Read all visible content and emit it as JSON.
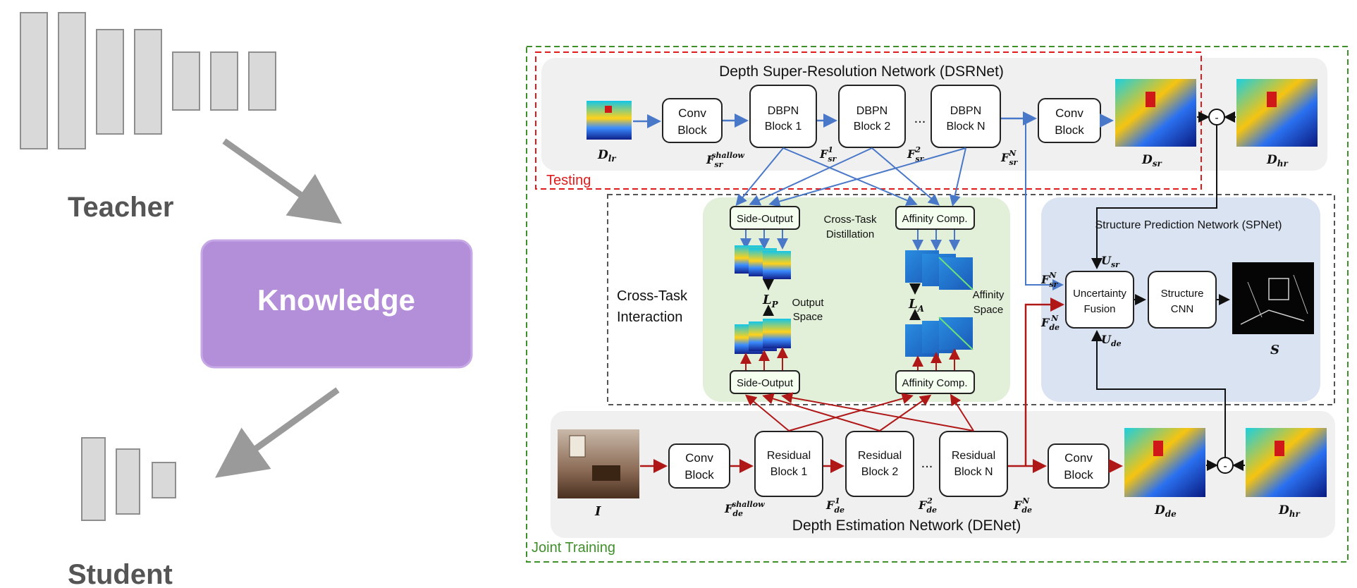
{
  "left": {
    "teacher_label": "Teacher",
    "knowledge_label": "Knowledge",
    "student_label": "Student"
  },
  "diagram": {
    "joint_training_label": "Joint Training",
    "testing_label": "Testing",
    "dsr": {
      "title": "Depth Super-Resolution Network (DSRNet)",
      "input": "D",
      "input_sub": "lr",
      "conv_block_line1": "Conv",
      "conv_block_line2": "Block",
      "dbpn1_line1": "DBPN",
      "dbpn1_line2": "Block 1",
      "dbpn2_line1": "DBPN",
      "dbpn2_line2": "Block 2",
      "dbpnN_line1": "DBPN",
      "dbpnN_line2": "Block N",
      "ellipsis": "...",
      "conv_block2_line1": "Conv",
      "conv_block2_line2": "Block",
      "out_sr": "D",
      "out_sr_sub": "sr",
      "out_hr": "D",
      "out_hr_sub": "hr",
      "f_shallow": "F",
      "f_shallow_sub": "sr",
      "f_shallow_sup": "shallow",
      "f1": "F",
      "f1_sub": "sr",
      "f1_sup": "1",
      "f2": "F",
      "f2_sub": "sr",
      "f2_sup": "2",
      "fN": "F",
      "fN_sub": "sr",
      "fN_sup": "N",
      "minus": "-"
    },
    "cross_task": {
      "interaction_line1": "Cross-Task",
      "interaction_line2": "Interaction",
      "distillation_line1": "Cross-Task",
      "distillation_line2": "Distillation",
      "side_output_top": "Side-Output",
      "side_output_bottom": "Side-Output",
      "affinity_top": "Affinity Comp.",
      "affinity_bottom": "Affinity Comp.",
      "lp": "L",
      "lp_sub": "P",
      "la": "L",
      "la_sub": "A",
      "output_space_line1": "Output",
      "output_space_line2": "Space",
      "affinity_space_line1": "Affinity",
      "affinity_space_line2": "Space"
    },
    "sp": {
      "title": "Structure Prediction Network (SPNet)",
      "fusion_line1": "Uncertainty",
      "fusion_line2": "Fusion",
      "cnn_line1": "Structure",
      "cnn_line2": "CNN",
      "u_sr": "U",
      "u_sr_sub": "sr",
      "u_de": "U",
      "u_de_sub": "de",
      "f_sr_N": "F",
      "f_sr_N_sub": "sr",
      "f_sr_N_sup": "N",
      "f_de_N": "F",
      "f_de_N_sub": "de",
      "f_de_N_sup": "N",
      "s": "S"
    },
    "de": {
      "title": "Depth Estimation Network (DENet)",
      "input": "I",
      "conv_block_line1": "Conv",
      "conv_block_line2": "Block",
      "res1_line1": "Residual",
      "res1_line2": "Block 1",
      "res2_line1": "Residual",
      "res2_line2": "Block 2",
      "resN_line1": "Residual",
      "resN_line2": "Block N",
      "ellipsis": "...",
      "conv_block2_line1": "Conv",
      "conv_block2_line2": "Block",
      "out_de": "D",
      "out_de_sub": "de",
      "out_hr": "D",
      "out_hr_sub": "hr",
      "f_shallow": "F",
      "f_shallow_sub": "de",
      "f_shallow_sup": "shallow",
      "f1": "F",
      "f1_sub": "de",
      "f1_sup": "1",
      "f2": "F",
      "f2_sub": "de",
      "f2_sup": "2",
      "fN": "F",
      "fN_sub": "de",
      "fN_sup": "N",
      "minus": "-"
    },
    "colors": {
      "blue_arrow": "#4a78c8",
      "red_arrow": "#b01818",
      "green_panel": "#e2efd9",
      "blue_panel": "#dae3f2",
      "gray_panel": "#f0f0f0",
      "knowledge_fill": "#b48fd9",
      "testing_border": "#e01b1b",
      "joint_border": "#3f8f2a"
    }
  }
}
